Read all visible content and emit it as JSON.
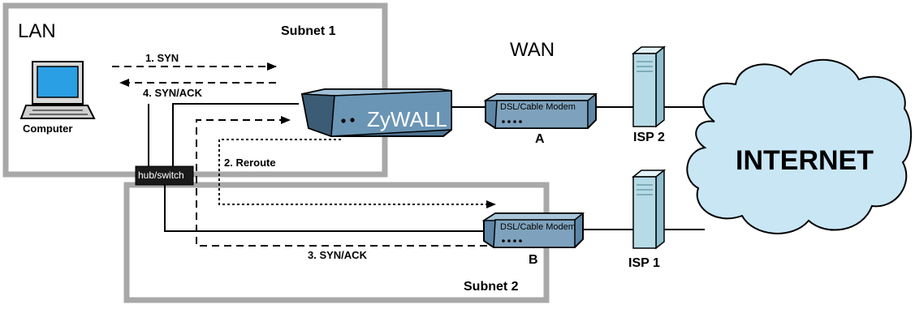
{
  "zones": {
    "lan": "LAN",
    "subnet1": "Subnet 1",
    "subnet2": "Subnet 2",
    "wan": "WAN"
  },
  "devices": {
    "computer": "Computer",
    "router": "ZyWALL",
    "modem_label": "DSL/Cable Modem",
    "modem_a": "A",
    "modem_b": "B",
    "isp2": "ISP 2",
    "isp1": "ISP 1",
    "internet": "INTERNET",
    "hub": "hub/switch"
  },
  "steps": {
    "syn": "1. SYN",
    "reroute": "2. Reroute",
    "synack_b": "3. SYN/ACK",
    "synack_a": "4. SYN/ACK"
  },
  "colors": {
    "subnet_frame": "#a8a8a8",
    "router_body": "#5f88a6",
    "modem_body": "#7b9db8",
    "isp_server": "#b6dbe6",
    "cloud": "#c9e6f5",
    "screen": "#2b9fe3"
  }
}
